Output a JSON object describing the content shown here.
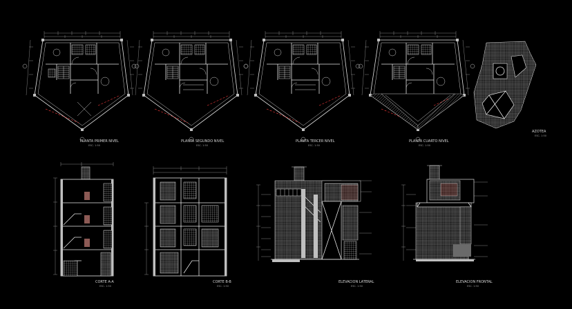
{
  "drawing": {
    "background": "#000000",
    "line_color": "#e6e6e6",
    "accent_color": "#ff3b3b",
    "plans": [
      {
        "key": "plan1",
        "title": "PLANTA PRIMER NIVEL",
        "scale": "ESC. 1:50"
      },
      {
        "key": "plan2",
        "title": "PLANTA SEGUNDO NIVEL",
        "scale": "ESC. 1:50"
      },
      {
        "key": "plan3",
        "title": "PLANTA TERCER NIVEL",
        "scale": "ESC. 1:50"
      },
      {
        "key": "plan4",
        "title": "PLANTA CUARTO NIVEL",
        "scale": "ESC. 1:50"
      },
      {
        "key": "roof",
        "title": "AZOTEA",
        "scale": "ESC. 1:50"
      }
    ],
    "sections": [
      {
        "key": "sectionA",
        "title": "CORTE A-A",
        "scale": "ESC. 1:50"
      },
      {
        "key": "sectionB",
        "title": "CORTE B-B",
        "scale": "ESC. 1:50"
      }
    ],
    "elevations": [
      {
        "key": "elevLat",
        "title": "ELEVACION LATERAL",
        "scale": "ESC. 1:50"
      },
      {
        "key": "elevFront",
        "title": "ELEVACION FRONTAL",
        "scale": "ESC. 1:50"
      }
    ]
  }
}
